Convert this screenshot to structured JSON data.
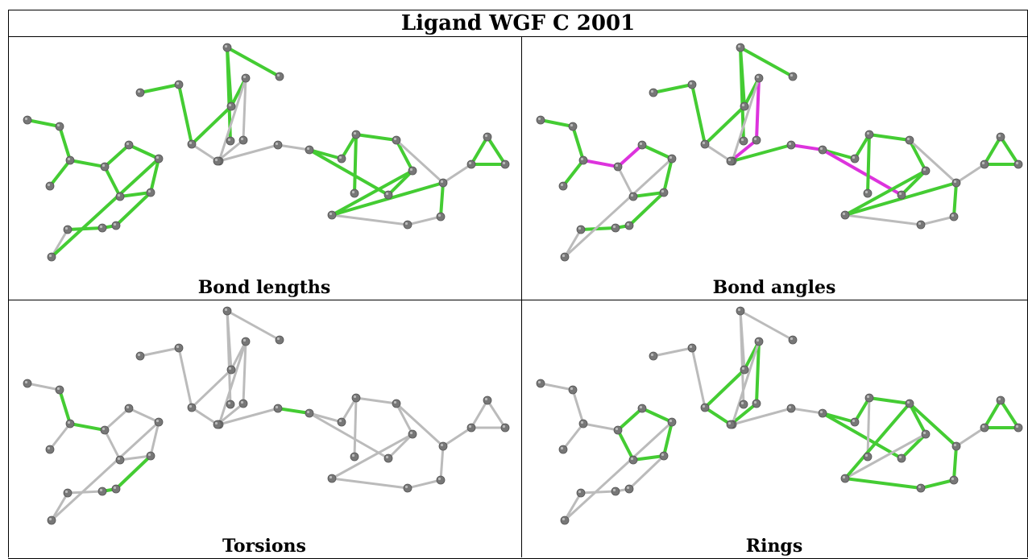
{
  "title": "Ligand WGF C 2001",
  "colors": {
    "ok_bond": "#44cc33",
    "outlier_bond": "#dd33dd",
    "plain_bond": "#bbbbbb",
    "atom": "#777777"
  },
  "panels": [
    {
      "caption": "Bond lengths",
      "green": [
        [
          0,
          1
        ],
        [
          1,
          2
        ],
        [
          2,
          3
        ],
        [
          2,
          4
        ],
        [
          4,
          5
        ],
        [
          5,
          6
        ],
        [
          6,
          7
        ],
        [
          7,
          8
        ],
        [
          8,
          4
        ],
        [
          7,
          9
        ],
        [
          9,
          10
        ],
        [
          10,
          11
        ],
        [
          16,
          17
        ],
        [
          16,
          18
        ],
        [
          18,
          19
        ],
        [
          18,
          20
        ],
        [
          15,
          16
        ],
        [
          23,
          24
        ],
        [
          24,
          25
        ],
        [
          25,
          26
        ],
        [
          26,
          27
        ],
        [
          27,
          28
        ],
        [
          28,
          23
        ],
        [
          25,
          29
        ],
        [
          27,
          30
        ],
        [
          30,
          31
        ],
        [
          31,
          32
        ],
        [
          34,
          35
        ],
        [
          35,
          36
        ],
        [
          36,
          34
        ],
        [
          6,
          12
        ],
        [
          13,
          14
        ],
        [
          14,
          15
        ]
      ],
      "magenta": [],
      "outline": []
    },
    {
      "caption": "Bond angles",
      "green": [
        [
          0,
          1
        ],
        [
          1,
          2
        ],
        [
          2,
          3
        ],
        [
          5,
          6
        ],
        [
          6,
          7
        ],
        [
          7,
          8
        ],
        [
          7,
          9
        ],
        [
          9,
          10
        ],
        [
          10,
          11
        ],
        [
          13,
          14
        ],
        [
          14,
          15
        ],
        [
          15,
          16
        ],
        [
          16,
          17
        ],
        [
          16,
          18
        ],
        [
          18,
          19
        ],
        [
          18,
          20
        ],
        [
          21,
          22
        ],
        [
          23,
          24
        ],
        [
          24,
          25
        ],
        [
          25,
          26
        ],
        [
          26,
          27
        ],
        [
          27,
          28
        ],
        [
          25,
          29
        ],
        [
          27,
          30
        ],
        [
          30,
          31
        ],
        [
          31,
          32
        ],
        [
          34,
          35
        ],
        [
          35,
          36
        ],
        [
          36,
          34
        ]
      ],
      "magenta": [
        [
          2,
          4
        ],
        [
          4,
          5
        ],
        [
          17,
          38
        ],
        [
          38,
          37
        ],
        [
          22,
          23
        ],
        [
          23,
          28
        ]
      ],
      "outline": []
    },
    {
      "caption": "Torsions",
      "green": [
        [
          1,
          2
        ],
        [
          2,
          4
        ],
        [
          7,
          9
        ],
        [
          9,
          10
        ],
        [
          22,
          23
        ]
      ],
      "magenta": [],
      "outline": []
    },
    {
      "caption": "Rings",
      "green": [
        [
          4,
          5
        ],
        [
          5,
          6
        ],
        [
          6,
          7
        ],
        [
          7,
          8
        ],
        [
          8,
          4
        ],
        [
          15,
          16
        ],
        [
          16,
          17
        ],
        [
          17,
          38
        ],
        [
          38,
          37
        ],
        [
          37,
          15
        ],
        [
          23,
          24
        ],
        [
          24,
          25
        ],
        [
          25,
          26
        ],
        [
          26,
          27
        ],
        [
          27,
          28
        ],
        [
          28,
          23
        ],
        [
          26,
          31
        ],
        [
          31,
          32
        ],
        [
          32,
          33
        ],
        [
          33,
          30
        ],
        [
          30,
          26
        ],
        [
          34,
          35
        ],
        [
          35,
          36
        ],
        [
          36,
          34
        ]
      ],
      "magenta": [],
      "outline": []
    }
  ]
}
